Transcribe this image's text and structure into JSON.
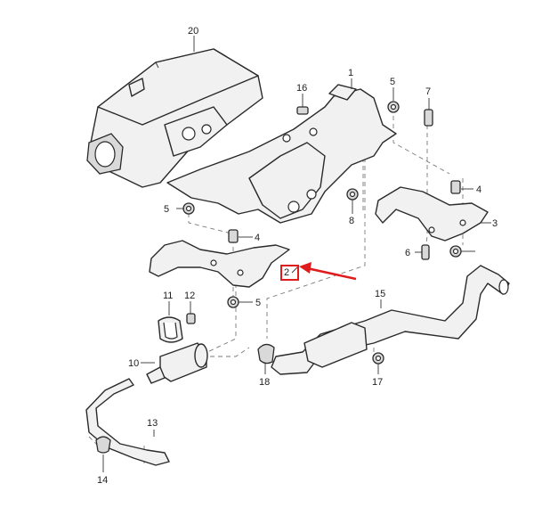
{
  "callouts": {
    "c1": "1",
    "c2": "2",
    "c3": "3",
    "c4a": "4",
    "c4b": "4",
    "c5a": "5",
    "c5b": "5",
    "c5c": "5",
    "c6": "6",
    "c7": "7",
    "c8": "8",
    "c10": "10",
    "c11": "11",
    "c12": "12",
    "c13": "13",
    "c14": "14",
    "c15": "15",
    "c16": "16",
    "c17": "17",
    "c18": "18",
    "c20": "20"
  },
  "highlight": {
    "target": "2",
    "color": "#e01b1b"
  }
}
